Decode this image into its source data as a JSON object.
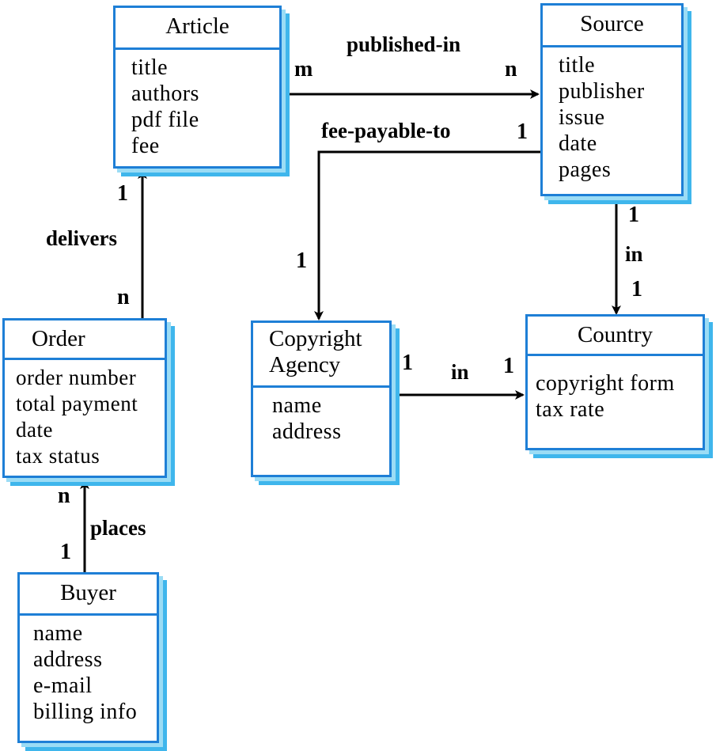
{
  "entities": {
    "article": {
      "title": "Article",
      "attrs": [
        "title",
        "authors",
        "pdf file",
        "fee"
      ]
    },
    "source": {
      "title": "Source",
      "attrs": [
        "title",
        "publisher",
        "issue",
        "date",
        "pages"
      ]
    },
    "order": {
      "title": "Order",
      "attrs": [
        "order number",
        "total payment",
        "date",
        "tax status"
      ]
    },
    "agency": {
      "title_line1": "Copyright",
      "title_line2": "Agency",
      "attrs": [
        "name",
        "address"
      ]
    },
    "country": {
      "title": "Country",
      "attrs": [
        "copyright form",
        "tax rate"
      ]
    },
    "buyer": {
      "title": "Buyer",
      "attrs": [
        "name",
        "address",
        "e-mail",
        "billing info"
      ]
    }
  },
  "relationships": {
    "published_in": {
      "label": "published-in",
      "from_mult": "m",
      "to_mult": "n"
    },
    "fee_payable_to": {
      "label": "fee-payable-to",
      "from_mult": "1",
      "to_mult": "1"
    },
    "source_country": {
      "label": "in",
      "from_mult": "1",
      "to_mult": "1"
    },
    "delivers": {
      "label": "delivers",
      "from_mult": "n",
      "to_mult": "1"
    },
    "agency_country": {
      "label": "in",
      "from_mult": "1",
      "to_mult": "1"
    },
    "places": {
      "label": "places",
      "from_mult": "1",
      "to_mult": "n"
    }
  }
}
